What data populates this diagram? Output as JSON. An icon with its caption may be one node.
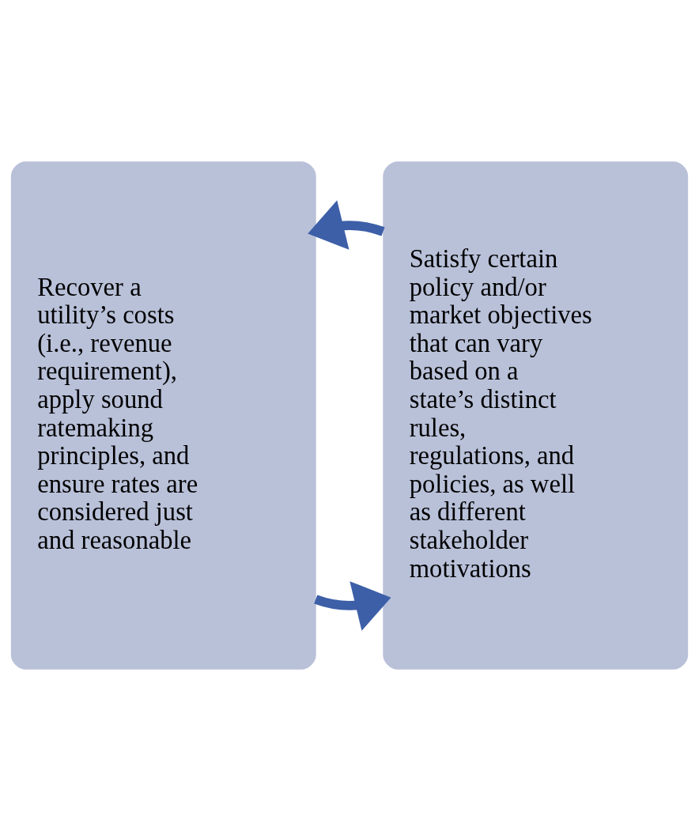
{
  "diagram": {
    "nodes": [
      {
        "text": [
          "Recover a utility’s costs (i.e., revenue requirement), apply sound ratemaking principles, and ensure rates are considered just and reasonable"
        ]
      },
      {
        "text": [
          "Satisfy certain policy and/or market objectives that can vary based on a state’s distinct rules, regulations, and policies, as well as different stakeholder motivations"
        ]
      }
    ],
    "edges": [
      {
        "from": 0,
        "to": 1,
        "arrow": "to"
      },
      {
        "from": 1,
        "to": 0,
        "arrow": "to"
      }
    ]
  }
}
